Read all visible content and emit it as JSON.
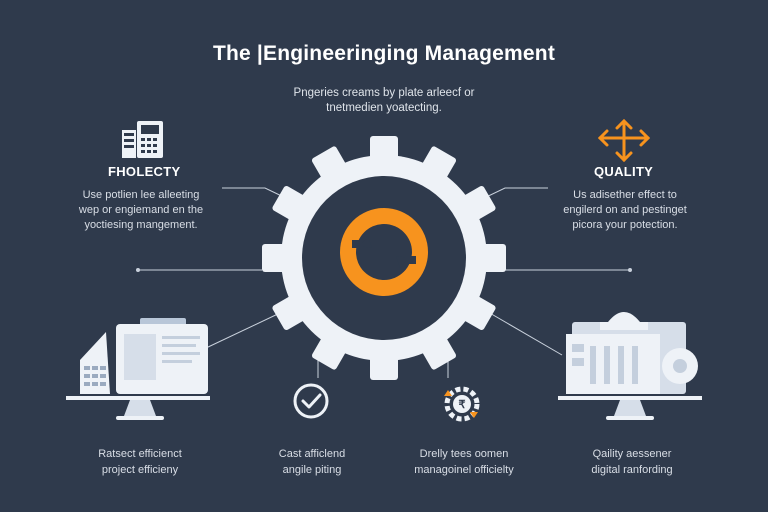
{
  "header": {
    "title": "The |Engineeringing Management",
    "subtitle_line1": "Pngeries creams by plate arleecf or",
    "subtitle_line2": "tnetmedien yoatecting."
  },
  "left_section": {
    "title": "FHOLECTY",
    "desc_line1": "Use potlien lee alleeting",
    "desc_line2": "wep or engiemand en the",
    "desc_line3": "yoctiesing mangement.",
    "icon": "building-calculator-icon"
  },
  "right_section": {
    "title": "QUALITY",
    "desc_line1": "Us adisether effect to",
    "desc_line2": "engilerd on and pestinget",
    "desc_line3": "picora your potection.",
    "icon": "four-arrows-icon"
  },
  "center": {
    "icon": "gear-icon",
    "inner_icon": "refresh-icon"
  },
  "bottom_items": [
    {
      "line1": "Ratsect efficienct",
      "line2": "project efficieny",
      "icon": "monitor-document-icon"
    },
    {
      "line1": "Cast afficlend",
      "line2": "angile piting",
      "icon": "check-circle-icon"
    },
    {
      "line1": "Drelly tees oomen",
      "line2": "managoinel officielty",
      "icon": "gear-money-icon"
    },
    {
      "line1": "Qaility aessener",
      "line2": "digital ranfording",
      "icon": "monitor-building-icon"
    }
  ],
  "colors": {
    "background": "#2f3a4c",
    "accent": "#f7931e",
    "gear": "#eef2f7",
    "gear_hub": "#2f3a4c",
    "line": "#c9d1dc"
  }
}
